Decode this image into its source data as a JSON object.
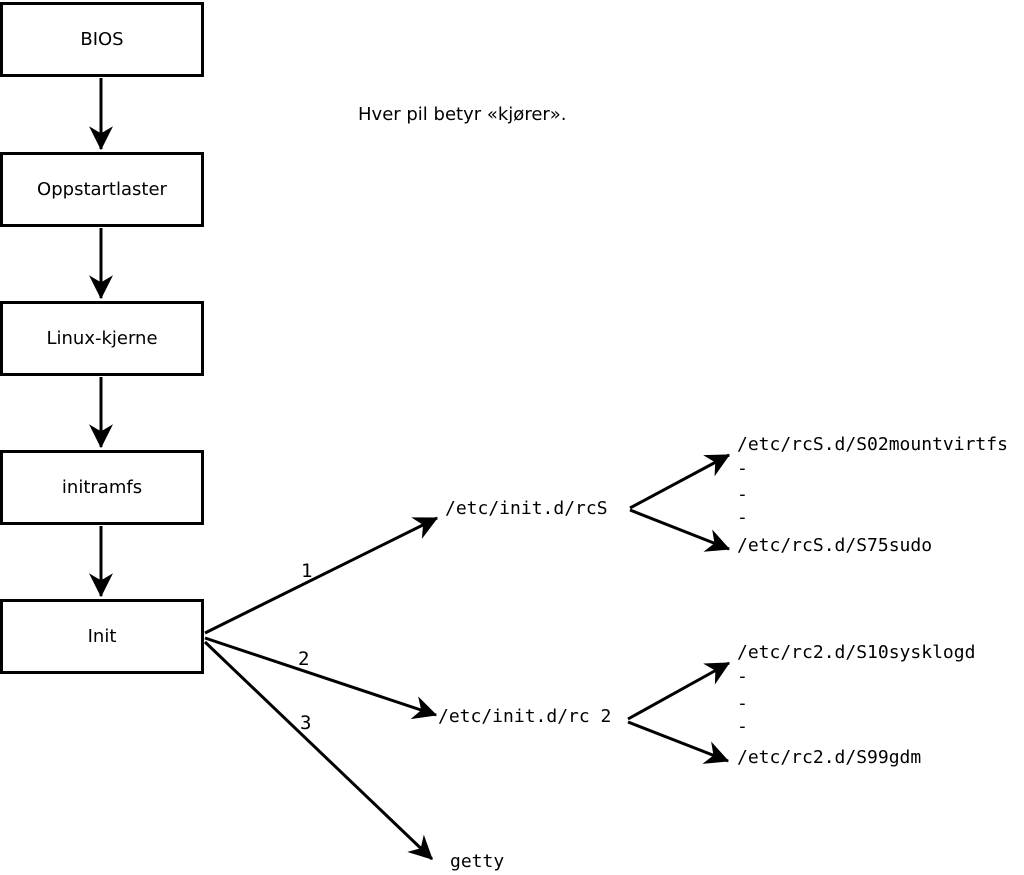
{
  "note": "Hver pil betyr «kjører».",
  "boxes": [
    {
      "label": "BIOS"
    },
    {
      "label": "Oppstartlaster"
    },
    {
      "label": "Linux-kjerne"
    },
    {
      "label": "initramfs"
    },
    {
      "label": "Init"
    }
  ],
  "arrow_labels": {
    "one": "1",
    "two": "2",
    "three": "3"
  },
  "nodes": {
    "rcS": "/etc/init.d/rcS",
    "rc2": "/etc/init.d/rc 2",
    "getty": "getty"
  },
  "branch_rcS": {
    "first": "/etc/rcS.d/S02mountvirtfs",
    "dash1": "-",
    "dash2": "-",
    "dash3": "-",
    "last": "/etc/rcS.d/S75sudo"
  },
  "branch_rc2": {
    "first": "/etc/rc2.d/S10sysklogd",
    "dash1": "-",
    "dash2": "-",
    "dash3": "-",
    "last": "/etc/rc2.d/S99gdm"
  },
  "colors": {
    "line": "#000000",
    "background": "#ffffff"
  }
}
